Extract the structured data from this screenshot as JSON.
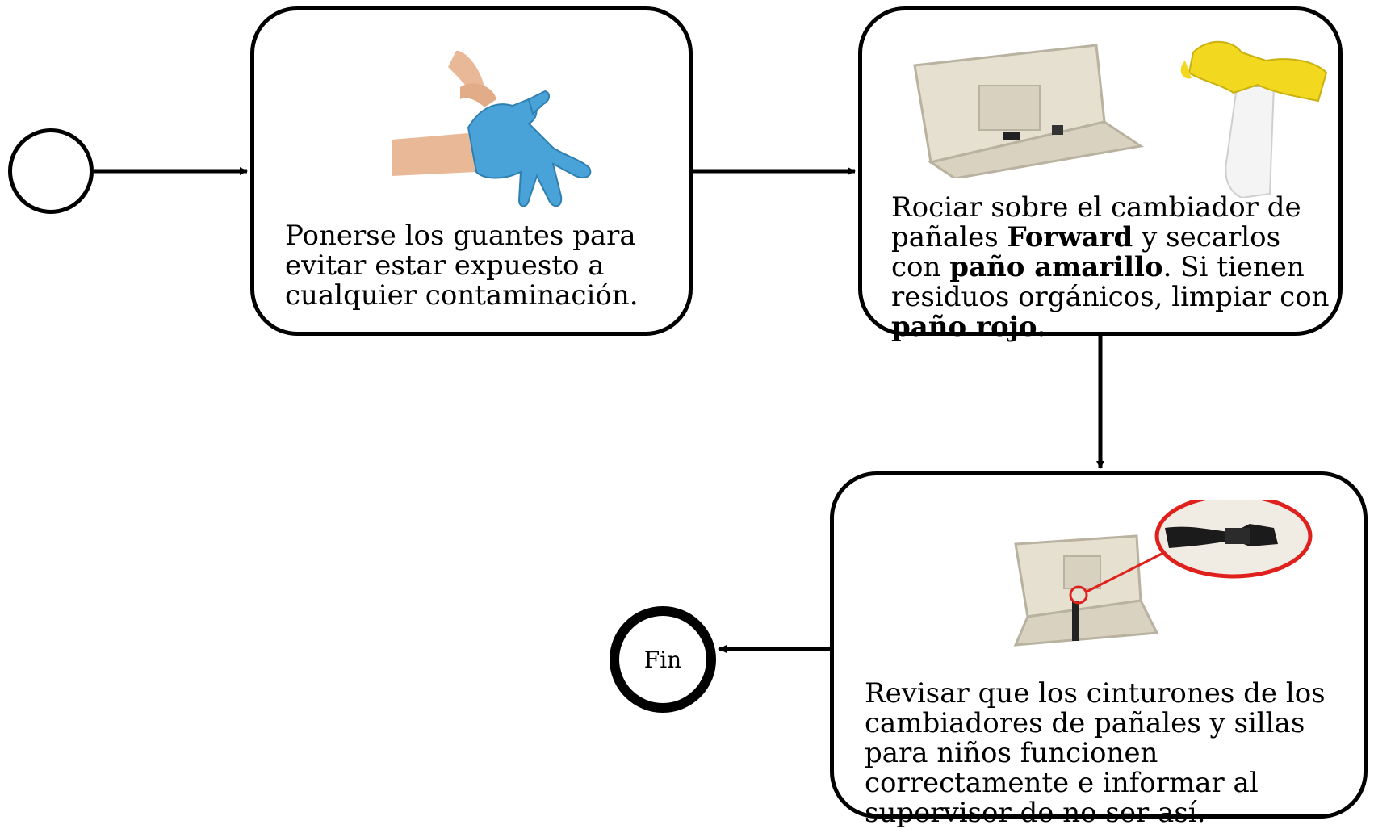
{
  "start_event": {
    "label": ""
  },
  "end_event": {
    "label": "Fin"
  },
  "steps": [
    {
      "id": "step-1",
      "illustration": "hands-putting-on-blue-glove",
      "text": [
        {
          "t": "Ponerse los guantes para evitar estar expuesto a cualquier contaminación.",
          "b": false
        }
      ]
    },
    {
      "id": "step-2",
      "illustration": "diaper-changer-and-spray-bottle-with-yellow-glove",
      "text": [
        {
          "t": "Rociar sobre el cambiador de pañales ",
          "b": false
        },
        {
          "t": "Forward",
          "b": true
        },
        {
          "t": " y secarlos con ",
          "b": false
        },
        {
          "t": "paño amarillo",
          "b": true
        },
        {
          "t": ". Si tienen residuos orgánicos, limpiar con ",
          "b": false
        },
        {
          "t": "paño rojo.",
          "b": true
        }
      ]
    },
    {
      "id": "step-3",
      "illustration": "diaper-changer-with-belt-zoom-circle",
      "text": [
        {
          "t": "Revisar que los cinturones de los cambiadores de pañales y sillas para niños funcionen correctamente e informar al supervisor de no ser así.",
          "b": false
        }
      ]
    }
  ],
  "colors": {
    "glove_blue": "#4aa3d8",
    "glove_yellow": "#f2d81e",
    "changer_beige": "#e6e0d0",
    "highlight_red": "#e0201c",
    "skin": "#e9b896"
  }
}
